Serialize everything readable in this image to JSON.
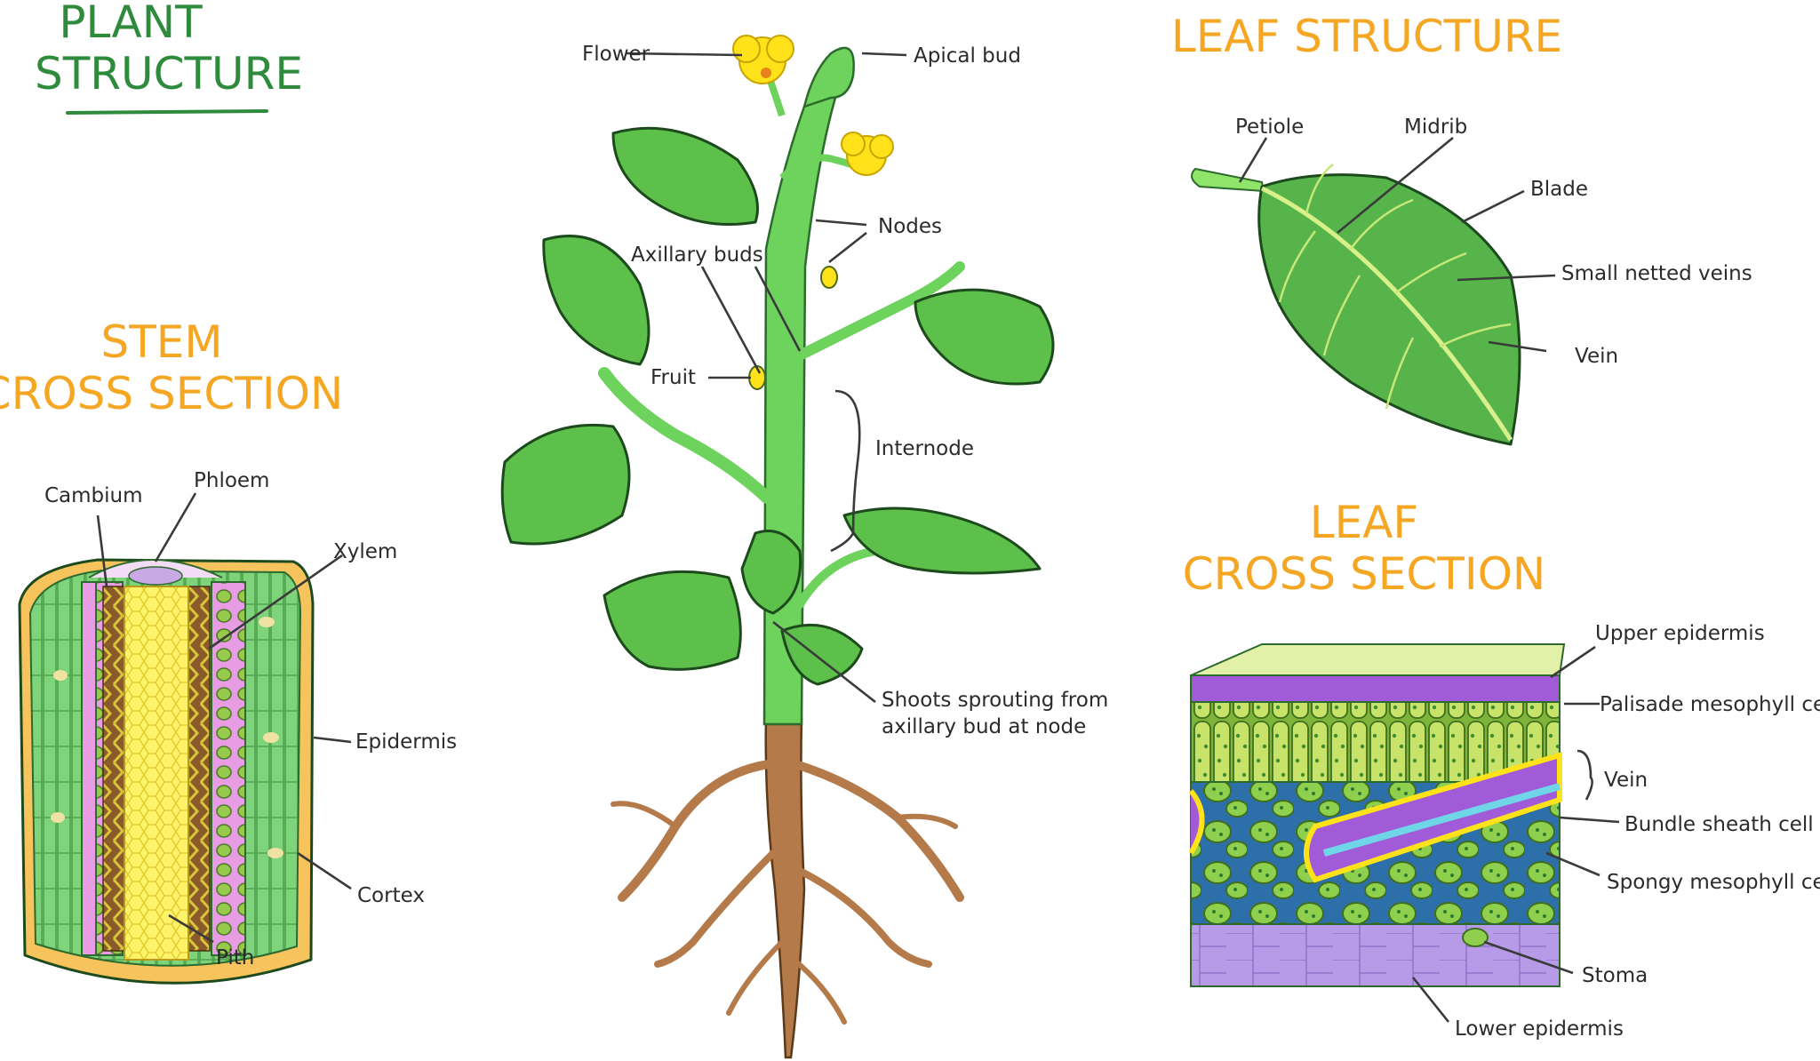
{
  "colors": {
    "title_green": "#2e8b3c",
    "title_orange": "#f5a623",
    "leaf_green": "#5cc04a",
    "stem_green": "#6dd35c",
    "root_brown": "#b57a4a",
    "flower_yellow": "#ffe21a",
    "phloem_pink": "#e89ce3",
    "xylem_brown": "#8a5a2b",
    "pith_yellow": "#fff36a",
    "cortex_orange": "#f7c35c",
    "epidermis_green": "#a9d86b",
    "palisade_green": "#c8e36a",
    "vein_purple": "#a15bd8",
    "lower_epidermis_lilac": "#b79be8"
  },
  "titles": {
    "plant_1": "PLANT",
    "plant_2": "STRUCTURE",
    "stem_1": "STEM",
    "stem_2": "CROSS SECTION",
    "leaf_structure": "LEAF STRUCTURE",
    "leafcs_1": "LEAF",
    "leafcs_2": "CROSS SECTION"
  },
  "plant": {
    "flower": "Flower",
    "apical_bud": "Apical bud",
    "nodes": "Nodes",
    "axillary_buds": "Axillary buds",
    "fruit": "Fruit",
    "internode": "Internode",
    "shoots_1": "Shoots sprouting from",
    "shoots_2": "axillary bud at node"
  },
  "stem": {
    "cambium": "Cambium",
    "phloem": "Phloem",
    "xylem": "Xylem",
    "epidermis": "Epidermis",
    "cortex": "Cortex",
    "pith": "Pith"
  },
  "leaf": {
    "petiole": "Petiole",
    "midrib": "Midrib",
    "blade": "Blade",
    "small_netted_veins": "Small netted veins",
    "vein": "Vein"
  },
  "leaf_cross": {
    "upper_epidermis": "Upper epidermis",
    "palisade": "Palisade mesophyll cell",
    "vein": "Vein",
    "bundle_sheath": "Bundle sheath cell",
    "spongy": "Spongy mesophyll cell",
    "stoma": "Stoma",
    "lower_epidermis": "Lower epidermis"
  }
}
